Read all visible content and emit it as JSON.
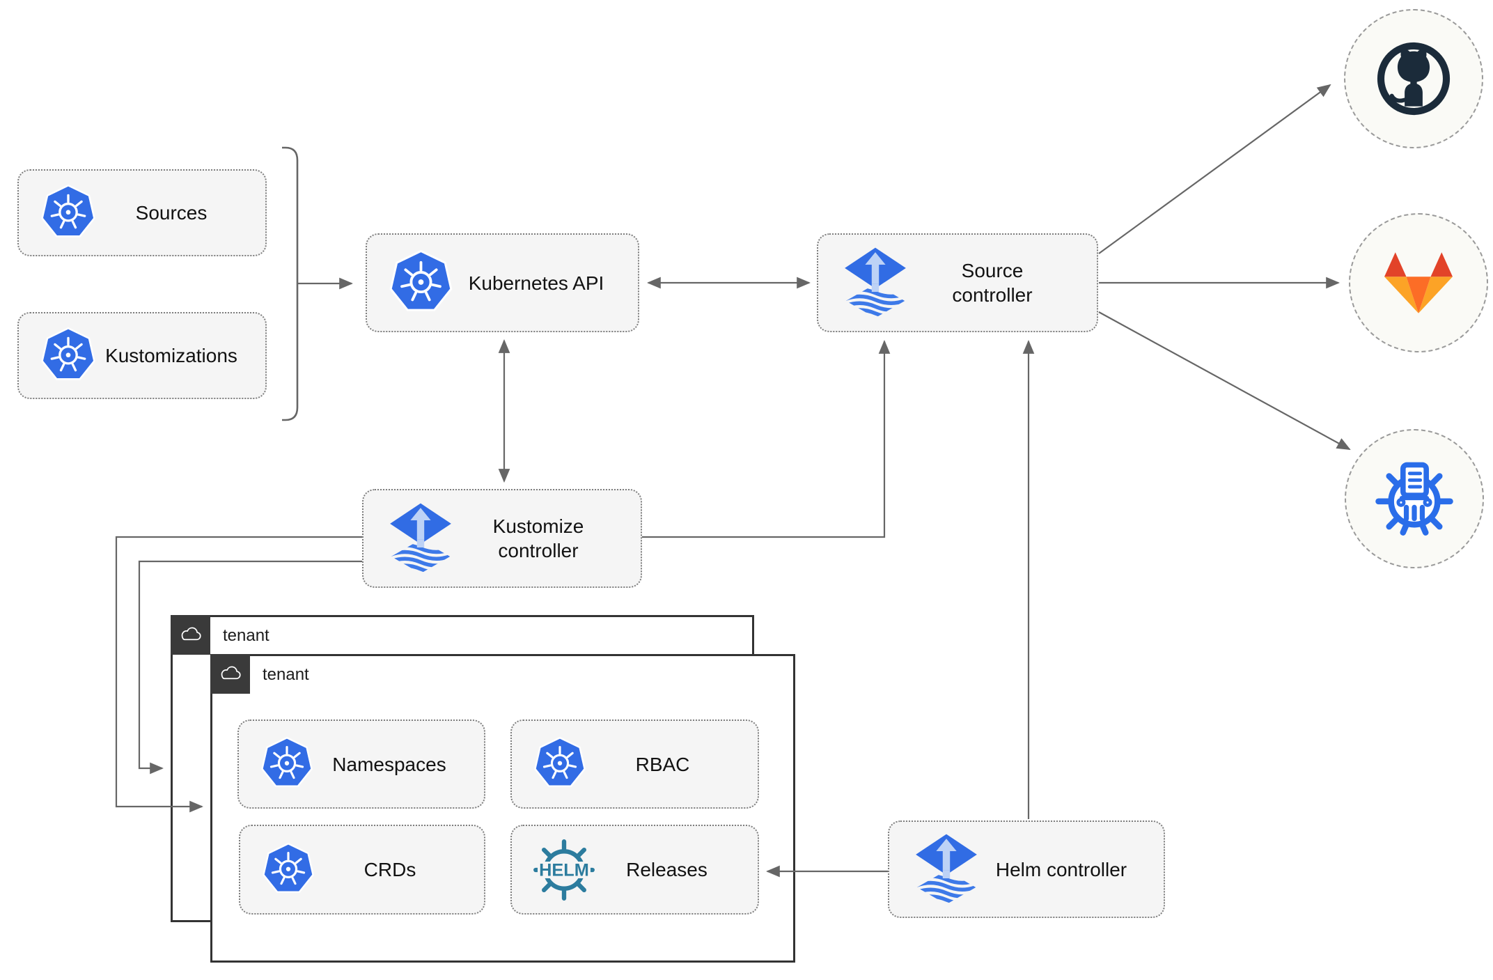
{
  "nodes": {
    "sources": {
      "label": "Sources",
      "icon": "kubernetes-icon"
    },
    "kustomizations": {
      "label": "Kustomizations",
      "icon": "kubernetes-icon"
    },
    "kubernetes_api": {
      "label": "Kubernetes API",
      "icon": "kubernetes-icon"
    },
    "source_controller": {
      "label": "Source controller",
      "icon": "flux-icon"
    },
    "kustomize_controller": {
      "label": "Kustomize controller",
      "icon": "flux-icon"
    },
    "helm_controller": {
      "label": "Helm controller",
      "icon": "flux-icon"
    },
    "namespaces": {
      "label": "Namespaces",
      "icon": "kubernetes-icon"
    },
    "rbac": {
      "label": "RBAC",
      "icon": "kubernetes-icon"
    },
    "crds": {
      "label": "CRDs",
      "icon": "kubernetes-icon"
    },
    "releases": {
      "label": "Releases",
      "icon": "helm-icon"
    }
  },
  "containers": {
    "tenant_outer": {
      "label": "tenant",
      "icon": "cloud-icon"
    },
    "tenant_inner": {
      "label": "tenant",
      "icon": "cloud-icon"
    }
  },
  "external_endpoints": [
    {
      "name": "github",
      "icon": "github-icon"
    },
    {
      "name": "gitlab",
      "icon": "gitlab-icon"
    },
    {
      "name": "chartmuseum",
      "icon": "chartmuseum-icon"
    }
  ],
  "colors": {
    "kubernetes_blue": "#326CE5",
    "flux_blue": "#316CE4",
    "flux_light_blue": "#BDD2F6",
    "helm_teal": "#2C7C9E",
    "github_dark": "#1B2B3A",
    "gitlab_red": "#E24329",
    "gitlab_orange": "#FC6D26",
    "gitlab_amber": "#FCA326",
    "chartmuseum_blue": "#2A6DE9",
    "node_fill": "#F5F5F5",
    "connector_gray": "#666666",
    "tenant_border": "#333333",
    "badge_background": "#3A3A3A"
  }
}
